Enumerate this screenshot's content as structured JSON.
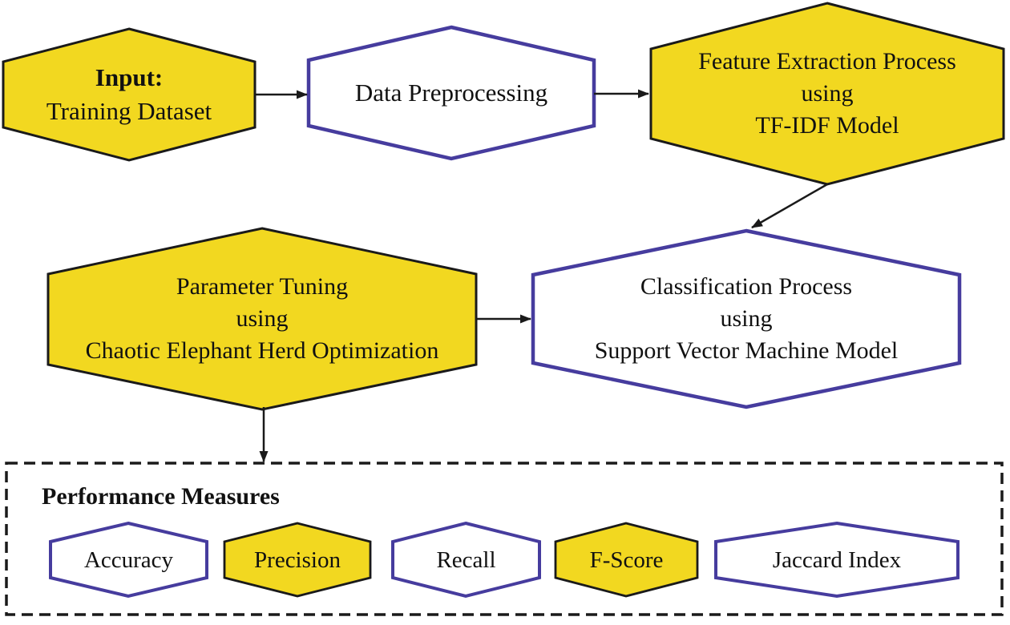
{
  "diagram": {
    "nodes": {
      "input": {
        "line1": "Input:",
        "line2": "Training Dataset"
      },
      "preprocessing": {
        "label": "Data Preprocessing"
      },
      "feature_extraction": {
        "line1": "Feature Extraction Process",
        "line2": "using",
        "line3": "TF-IDF Model"
      },
      "parameter_tuning": {
        "line1": "Parameter Tuning",
        "line2": "using",
        "line3": "Chaotic Elephant Herd Optimization"
      },
      "classification": {
        "line1": "Classification Process",
        "line2": "using",
        "line3": "Support Vector Machine Model"
      }
    },
    "performance": {
      "title": "Performance Measures",
      "measures": [
        "Accuracy",
        "Precision",
        "Recall",
        "F-Score",
        "Jaccard Index"
      ]
    },
    "colors": {
      "node_yellow": "#F2D820",
      "node_white": "#FFFFFF",
      "border_purple": "#463C9E",
      "border_black": "#1A1A1A",
      "arrow_black": "#1A1A1A",
      "dashed_box_black": "#1A1A1A"
    }
  }
}
